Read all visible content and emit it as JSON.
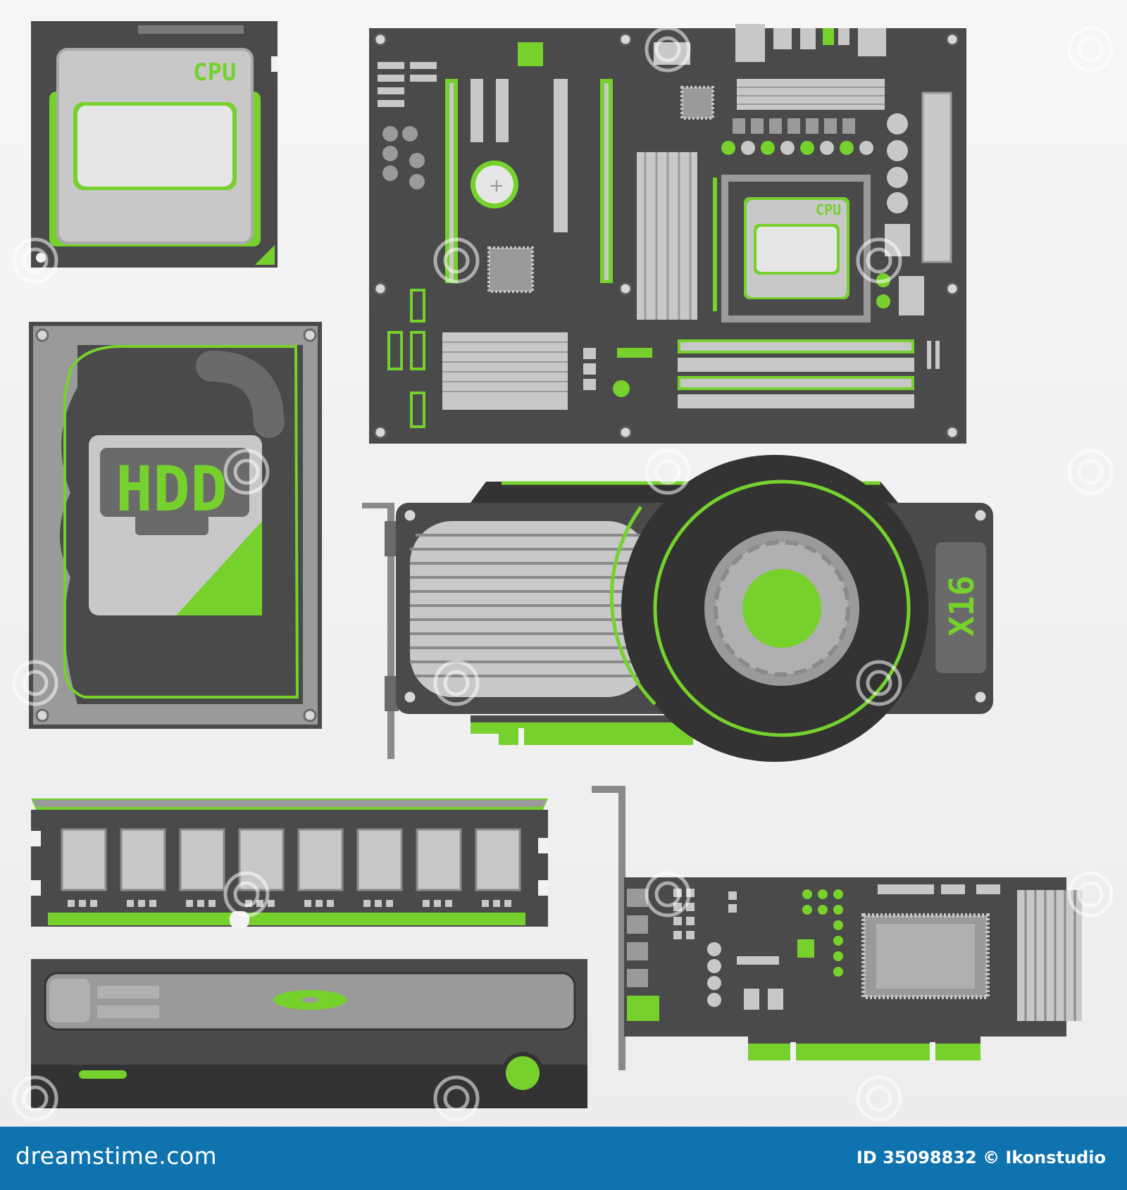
{
  "colors": {
    "board": "#4a4a4a",
    "board_dark": "#333333",
    "accent": "#76d12c",
    "chip_light": "#c8c8c8",
    "chip_mid": "#9a9a9a",
    "footer": "#0f73b0"
  },
  "components": {
    "cpu": {
      "label": "CPU"
    },
    "motherboard": {
      "socket_label": "CPU"
    },
    "hdd": {
      "label": "HDD"
    },
    "gpu": {
      "label": "X16"
    },
    "ram": {
      "chip_count": 8
    },
    "optical_drive": {},
    "expansion_card": {}
  },
  "watermark": {
    "text": "dreamstime"
  },
  "footer": {
    "brand": "dreamstime.com",
    "image_id": "ID 35098832 © Ikonstudio"
  }
}
